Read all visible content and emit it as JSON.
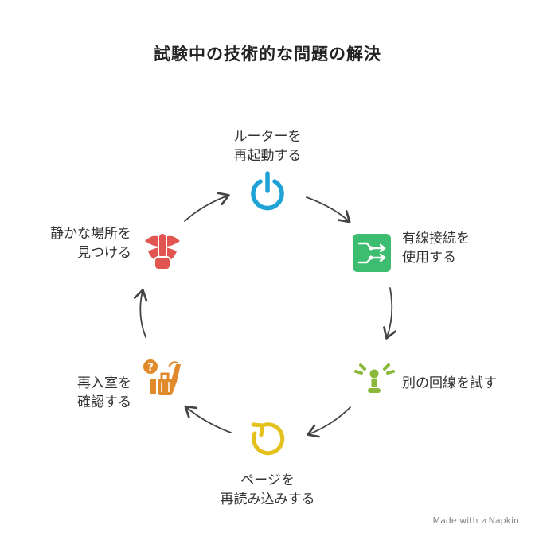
{
  "title": "試験中の技術的な問題の解決",
  "steps": [
    {
      "line1": "ルーターを",
      "line2": "再起動する",
      "icon": "power-icon",
      "color": "#1fa3d6"
    },
    {
      "line1": "有線接続を",
      "line2": "使用する",
      "icon": "network-switch-icon",
      "color": "#3dbd6f"
    },
    {
      "line1": "別の回線を試す",
      "icon": "signal-tower-icon",
      "color": "#8ab93a"
    },
    {
      "line1": "ページを",
      "line2": "再読み込みする",
      "icon": "reload-icon",
      "color": "#e5c11e"
    },
    {
      "line1": "再入室を",
      "line2": "確認する",
      "icon": "luggage-question-icon",
      "color": "#e08a2c"
    },
    {
      "line1": "静かな場所を",
      "line2": "見つける",
      "icon": "shush-icon",
      "color": "#e05550"
    }
  ],
  "footer": {
    "made_with": "Made with",
    "brand": "Napkin"
  }
}
